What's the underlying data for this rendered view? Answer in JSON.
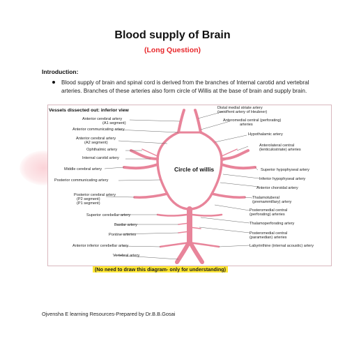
{
  "document": {
    "title": "Blood supply of Brain",
    "subtitle": "(Long Question)",
    "section_heading": "Introduction:",
    "paragraph": "Blood supply of brain and spinal cord is derived from the branches of Internal carotid and vertebral arteries. Branches of these arteries also form circle of Willis at the base of brain and supply brain.",
    "footer": "Ojvensha E learning Resources-Prepared by Dr.B.B.Gosai"
  },
  "diagram": {
    "heading": "Vessels dissected out: inferior view",
    "center_label": "Circle of willis",
    "note": "(No need to draw this diagram- only for understanding)",
    "left_labels": [
      "Anterior cerebral artery",
      "(A1 segment)",
      "Anterior communicating artery",
      "Anterior cerebral artery",
      "(A2 segment)",
      "Ophthalmic artery",
      "Internal carotid artery",
      "Middle cerebral artery",
      "Posterior communicating artery",
      "Posterior cerebral artery",
      "(P2 segment)",
      "(P1 segment)",
      "Superior cerebellar artery",
      "Basilar artery",
      "Pontine arteries",
      "Anterior inferior cerebellar artery",
      "Vertebral artery"
    ],
    "right_labels": [
      "Distal medial striate artery",
      "(recurrent artery of Heubner)",
      "Anteromedial central (perforating)",
      "arteries",
      "Hypothalamic artery",
      "Anterolateral central",
      "(lenticulostriate) arteries",
      "Superior hypophyseal artery",
      "Inferior hypophyseal artery",
      "Anterior choroidal artery",
      "Thalamotuberal",
      "(premammillary) artery",
      "Posteromedial central",
      "(perforating) arteries",
      "Thalamoperforating artery",
      "Posteromedial central",
      "(paramedian) arteries",
      "Labyrinthine (internal acoustic) artery"
    ],
    "vessel_color": "#e8849a"
  }
}
